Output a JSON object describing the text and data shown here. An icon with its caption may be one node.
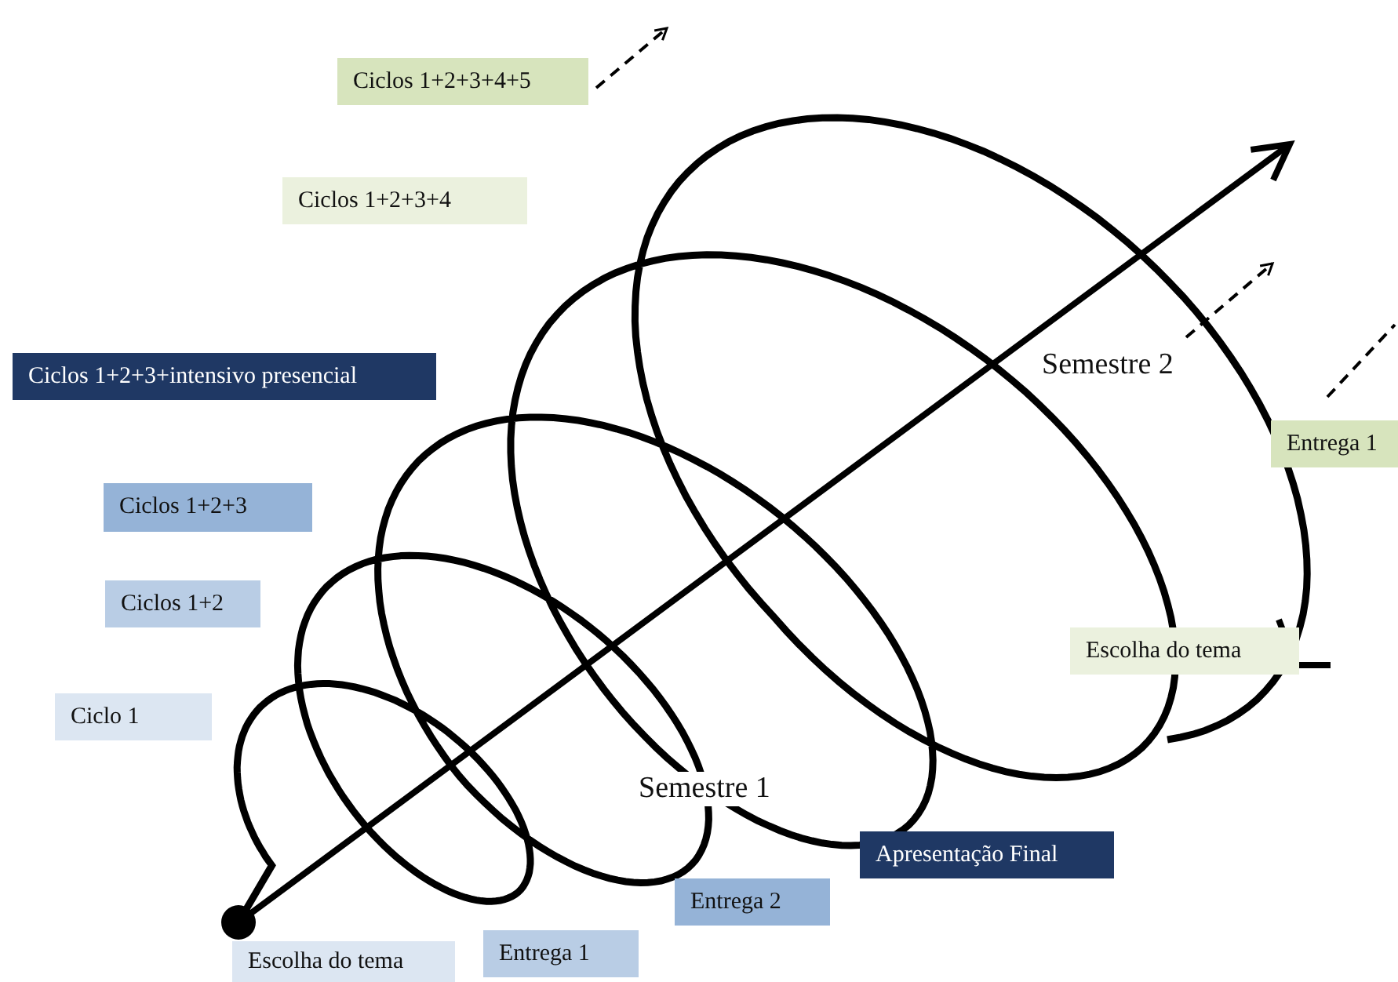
{
  "diagram": {
    "nodes": [
      {
        "text": [
          "Ciclos 1+2+3+4+5"
        ]
      },
      {
        "text": [
          "Ciclos 1+2+3+4"
        ]
      },
      {
        "text": [
          "Ciclos 1+2+3+intensivo presencial"
        ]
      },
      {
        "text": [
          "Ciclos 1+2+3"
        ]
      },
      {
        "text": [
          "Ciclos 1+2"
        ]
      },
      {
        "text": [
          "Ciclo 1"
        ]
      },
      {
        "text": [
          "Entrega 1"
        ]
      },
      {
        "text": [
          "Escolha do tema"
        ]
      },
      {
        "text": [
          "Apresentação Final"
        ]
      },
      {
        "text": [
          "Entrega 2"
        ]
      },
      {
        "text": [
          "Entrega 1"
        ]
      },
      {
        "text": [
          "Escolha do tema"
        ]
      }
    ],
    "labels": [
      "Semestre 2",
      "Semestre 1"
    ]
  }
}
